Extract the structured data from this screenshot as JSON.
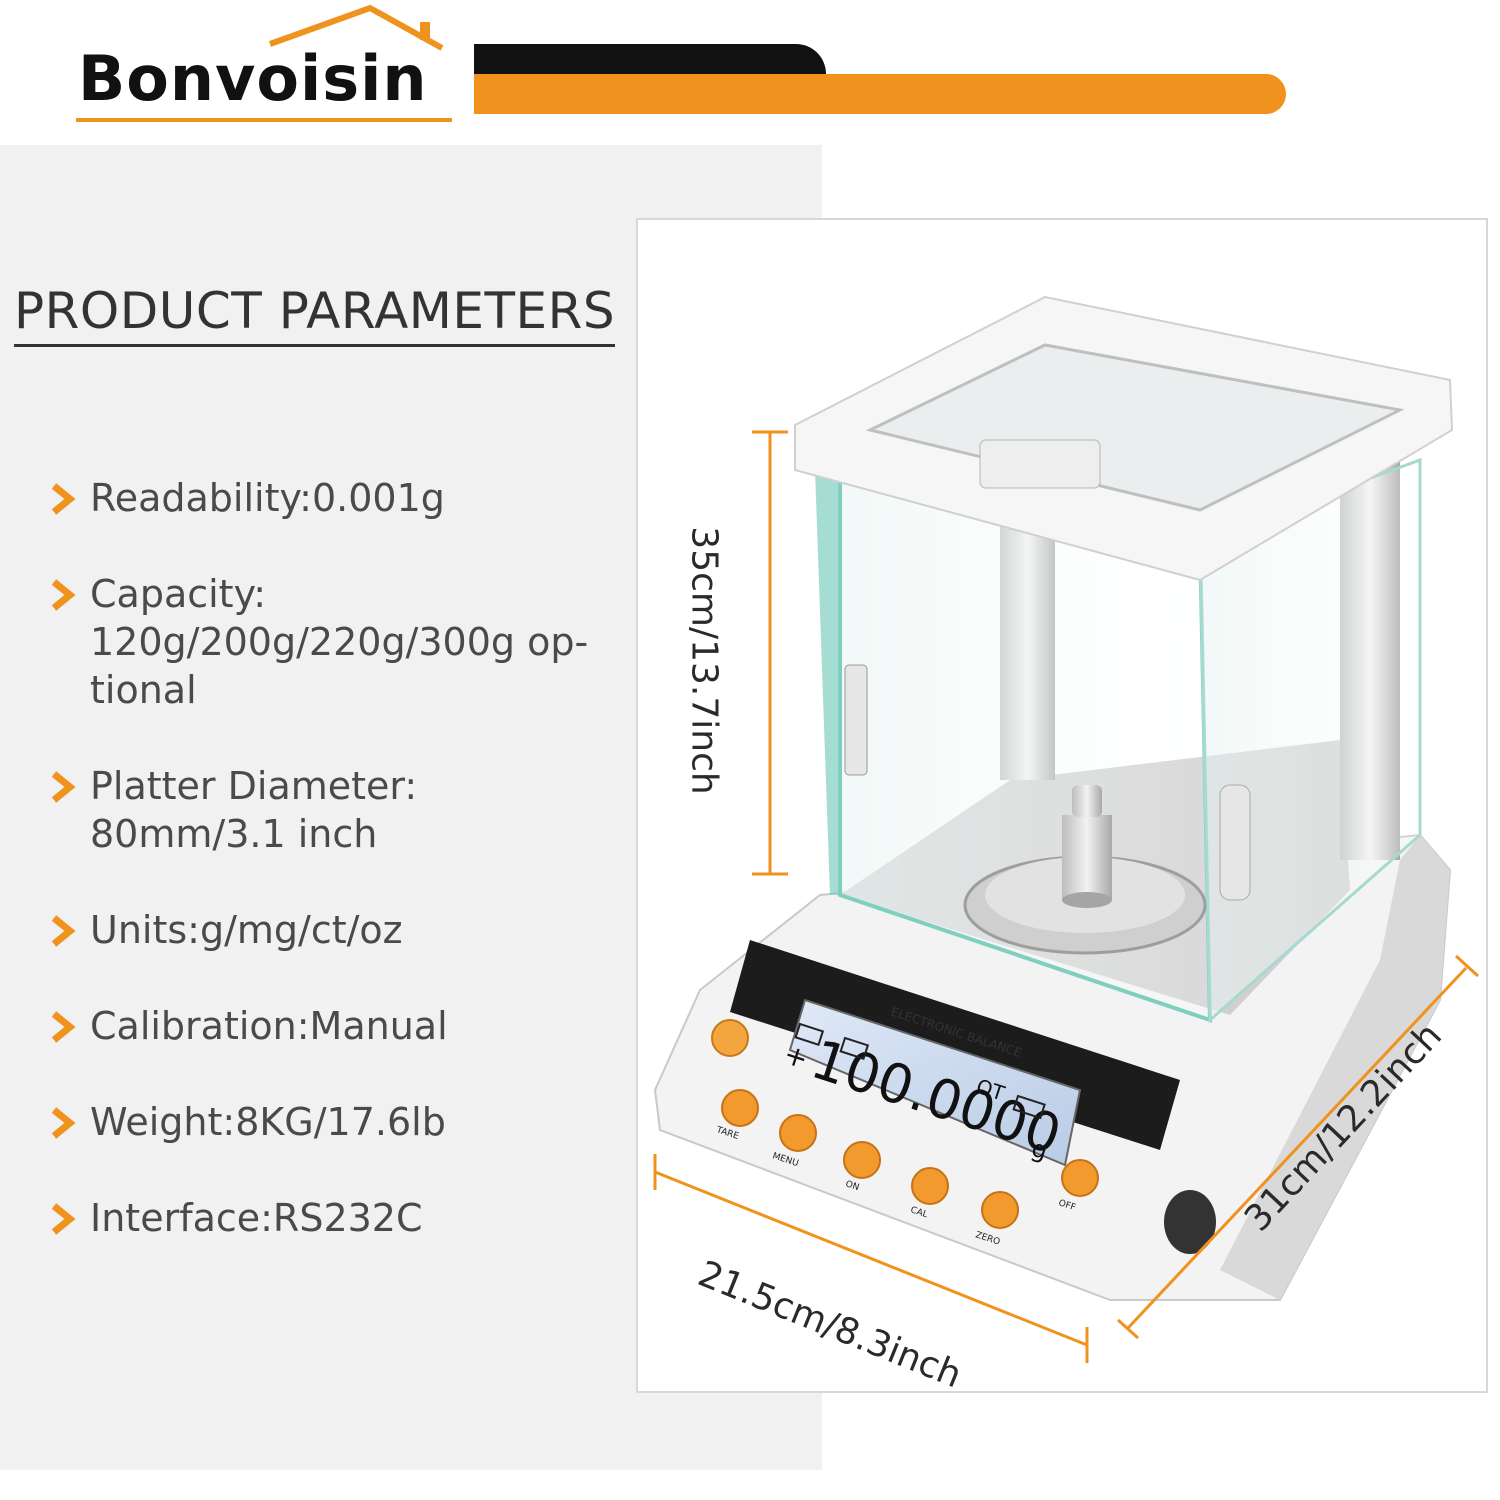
{
  "brand": {
    "name": "Bonvoisin"
  },
  "section_title": "PRODUCT PARAMETERS",
  "params": [
    {
      "text": "Readability:0.001g"
    },
    {
      "text": "Capacity:\n120g/200g/220g/300g op-\ntional"
    },
    {
      "text": "Platter Diameter:\n80mm/3.1 inch"
    },
    {
      "text": "Units:g/mg/ct/oz"
    },
    {
      "text": "Calibration:Manual"
    },
    {
      "text": "Weight:8KG/17.6lb"
    },
    {
      "text": "Interface:RS232C"
    }
  ],
  "dimensions": {
    "height": "35cm/13.7inch",
    "width": "21.5cm/8.3inch",
    "depth": "31cm/12.2inch"
  },
  "scale": {
    "panel_label": "ELECTRONIC BALANCE",
    "display_sign": "+",
    "display_value": "100.0000",
    "display_unit": "g",
    "display_indicator": "OT",
    "buttons": [
      {
        "label": "TARE"
      },
      {
        "label": "MENU"
      },
      {
        "label": "ON"
      },
      {
        "label": "CAL"
      },
      {
        "label": "ZERO"
      },
      {
        "label": "OFF"
      }
    ]
  },
  "colors": {
    "accent": "#f0921e",
    "text": "#4a4a4a",
    "panel_bg": "#f1f1f1"
  },
  "icons": {
    "bullet": "chevron-right-icon"
  }
}
